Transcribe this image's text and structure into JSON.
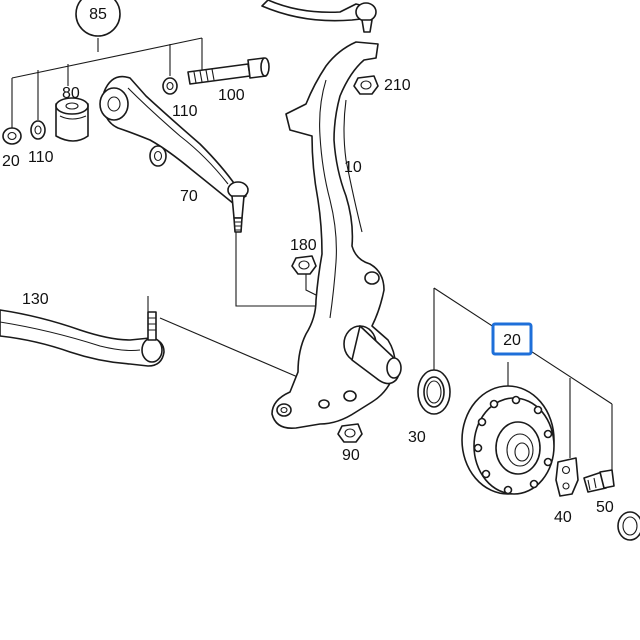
{
  "part_labels": {
    "p85": "85",
    "p80": "80",
    "p110a": "110",
    "p110b": "110",
    "p100": "100",
    "p20a": "20",
    "p70": "70",
    "p10": "10",
    "p210": "210",
    "p180": "180",
    "p130": "130",
    "p20_highlight": "20",
    "p30": "30",
    "p90": "90",
    "p40": "40",
    "p50": "50"
  },
  "colors": {
    "highlight": "#1e6fd9",
    "line": "#1a1a1a"
  }
}
